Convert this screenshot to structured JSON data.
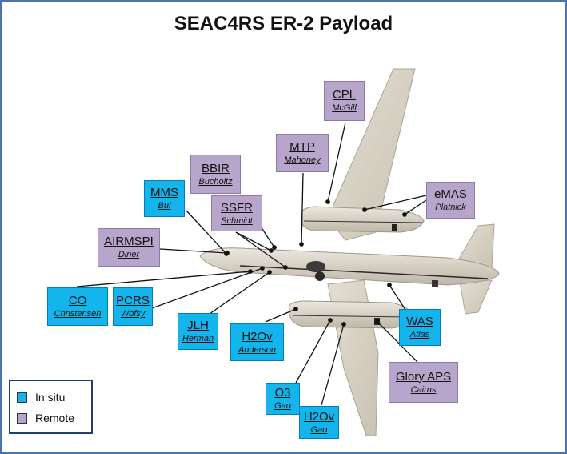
{
  "title": "SEAC4RS ER-2 Payload",
  "colors": {
    "in_situ": "#14b4ec",
    "remote": "#b7a5cb",
    "frame": "#4a73b0",
    "legend_border": "#1f3f74"
  },
  "legend": {
    "in_situ_label": "In situ",
    "remote_label": "Remote"
  },
  "instruments": {
    "cpl": {
      "name": "CPL",
      "pi": "McGill",
      "type": "remote"
    },
    "mtp": {
      "name": "MTP",
      "pi": "Mahoney",
      "type": "remote"
    },
    "bbir": {
      "name": "BBIR",
      "pi": "Bucholtz",
      "type": "remote"
    },
    "emas": {
      "name": "eMAS",
      "pi": "Platnick",
      "type": "remote"
    },
    "mms": {
      "name": "MMS",
      "pi": "Bui",
      "type": "in_situ"
    },
    "ssfr": {
      "name": "SSFR",
      "pi": "Schmidt",
      "type": "remote"
    },
    "airmspi": {
      "name": "AIRMSPI",
      "pi": "Diner",
      "type": "remote"
    },
    "co": {
      "name": "CO",
      "pi": "Christensen",
      "type": "in_situ"
    },
    "pcrs": {
      "name": "PCRS",
      "pi": "Wofsy",
      "type": "in_situ"
    },
    "jlh": {
      "name": "JLH",
      "pi": "Herman",
      "type": "in_situ"
    },
    "h2ov_a": {
      "name": "H2Ov",
      "pi": "Anderson",
      "type": "in_situ"
    },
    "was": {
      "name": "WAS",
      "pi": "Atlas",
      "type": "in_situ"
    },
    "glory_aps": {
      "name": "Glory APS",
      "pi": "Cairns",
      "type": "remote"
    },
    "o3": {
      "name": "O3",
      "pi": "Gao",
      "type": "in_situ"
    },
    "h2ov_g": {
      "name": "H2Ov",
      "pi": "Gao",
      "type": "in_situ"
    }
  }
}
